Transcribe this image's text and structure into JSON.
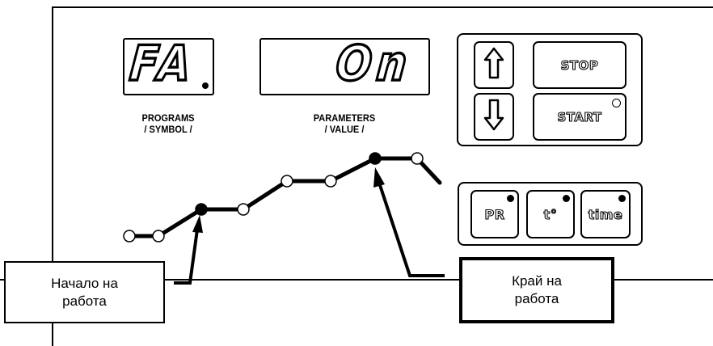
{
  "displays": {
    "program": {
      "digits": "FA",
      "label_line1": "PROGRAMS",
      "label_line2": "/ SYMBOL /"
    },
    "parameter": {
      "digits": "On",
      "label_line1": "PARAMETERS",
      "label_line2": "/ VALUE /"
    }
  },
  "controls": {
    "up_icon": "up-arrow-icon",
    "down_icon": "down-arrow-icon",
    "stop_label": "STOP",
    "start_label": "START",
    "pr_label": "PR",
    "t_label": "t°",
    "time_label": "time"
  },
  "callouts": {
    "start": {
      "line1": "Начало на",
      "line2": "работа"
    },
    "end": {
      "line1": "Край на",
      "line2": "работа"
    }
  },
  "colors": {
    "ink": "#000000",
    "background": "#ffffff"
  }
}
